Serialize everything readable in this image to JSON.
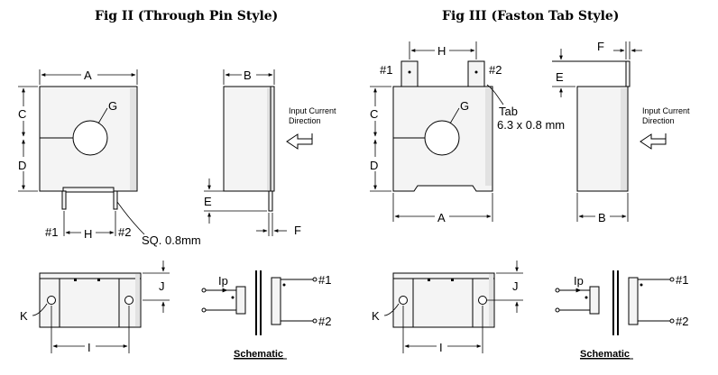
{
  "titles": {
    "fig2": "Fig II (Through Pin Style)",
    "fig3": "Fig III (Faston Tab Style)"
  },
  "dims": {
    "A": "A",
    "B": "B",
    "C": "C",
    "D": "D",
    "E": "E",
    "F": "F",
    "G": "G",
    "H": "H",
    "I": "I",
    "J": "J",
    "K": "K"
  },
  "pins": {
    "p1": "#1",
    "p2": "#2"
  },
  "notes": {
    "sq": "SQ. 0.8mm",
    "tab_line1": "Tab",
    "tab_line2": "6.3 x 0.8 mm",
    "input_line1": "Input Current",
    "input_line2": "Direction",
    "ip": "Ip",
    "schematic": "Schematic"
  }
}
